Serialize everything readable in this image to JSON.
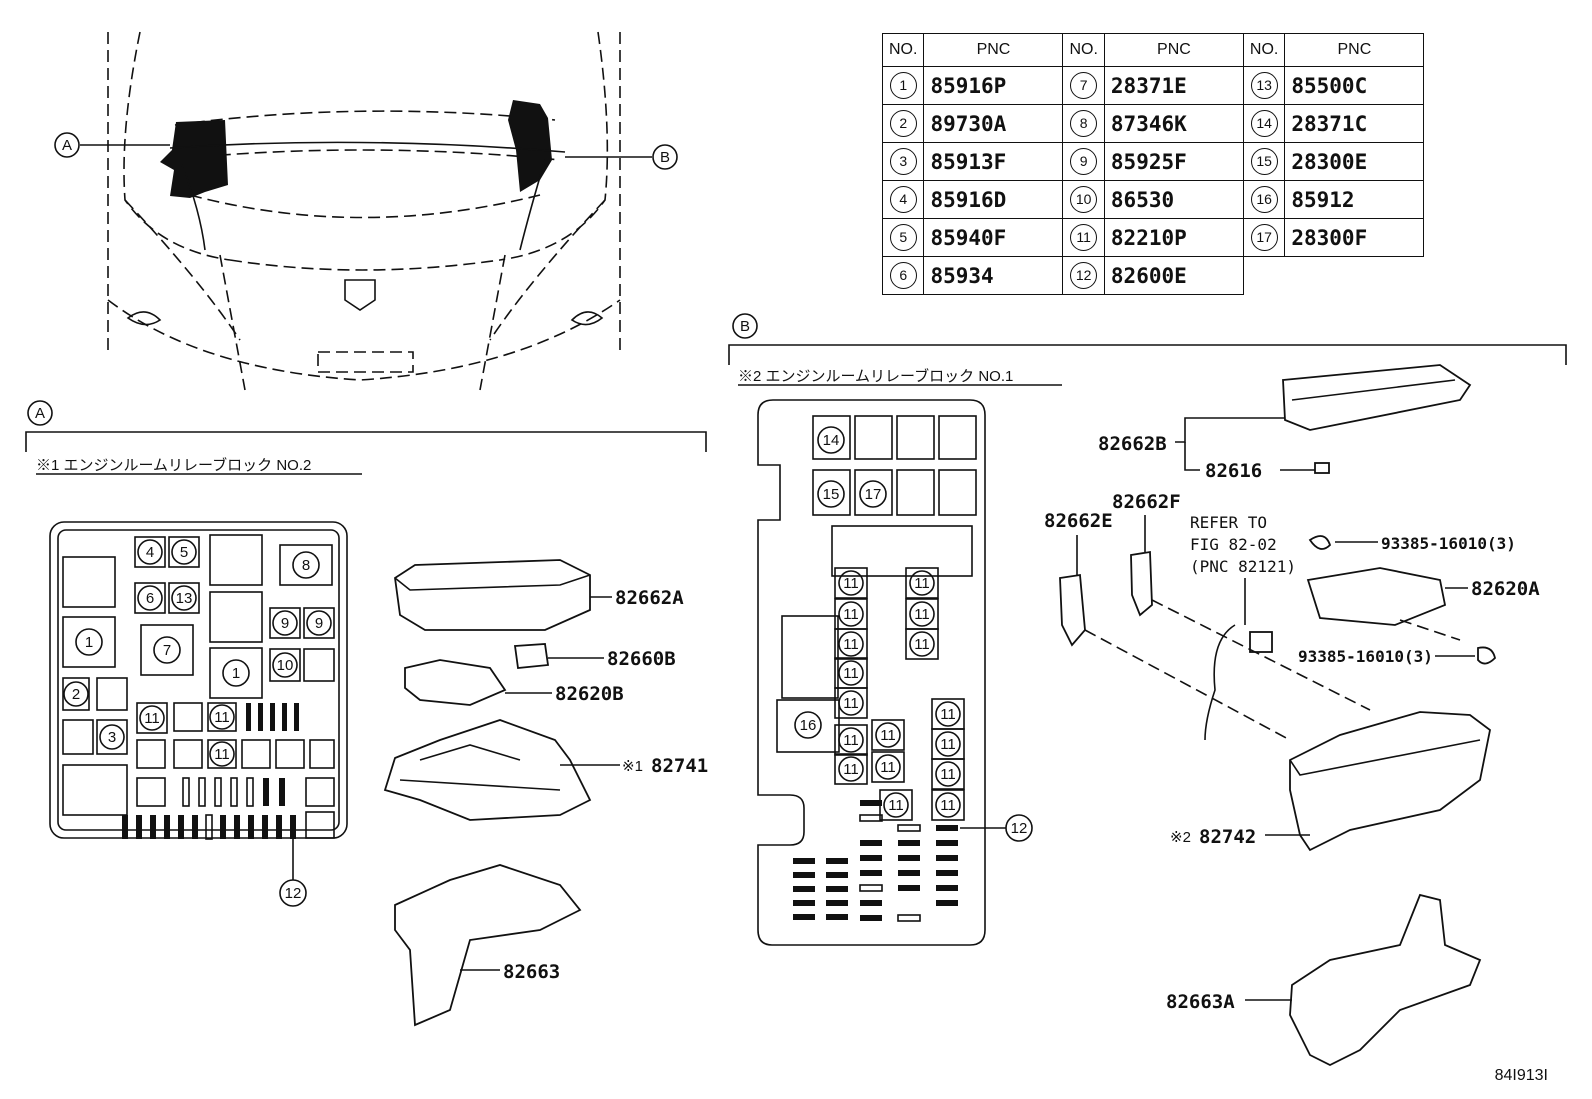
{
  "table": {
    "headers": {
      "no": "NO.",
      "pnc": "PNC"
    },
    "rows": [
      [
        {
          "no": "1",
          "pnc": "85916P"
        },
        {
          "no": "7",
          "pnc": "28371E"
        },
        {
          "no": "13",
          "pnc": "85500C"
        }
      ],
      [
        {
          "no": "2",
          "pnc": "89730A"
        },
        {
          "no": "8",
          "pnc": "87346K"
        },
        {
          "no": "14",
          "pnc": "28371C"
        }
      ],
      [
        {
          "no": "3",
          "pnc": "85913F"
        },
        {
          "no": "9",
          "pnc": "85925F"
        },
        {
          "no": "15",
          "pnc": "28300E"
        }
      ],
      [
        {
          "no": "4",
          "pnc": "85916D"
        },
        {
          "no": "10",
          "pnc": "86530"
        },
        {
          "no": "16",
          "pnc": "85912"
        }
      ],
      [
        {
          "no": "5",
          "pnc": "85940F"
        },
        {
          "no": "11",
          "pnc": "82210P"
        },
        {
          "no": "17",
          "pnc": "28300F"
        }
      ],
      [
        {
          "no": "6",
          "pnc": "85934"
        },
        {
          "no": "12",
          "pnc": "82600E"
        },
        null
      ]
    ]
  },
  "callouts": {
    "a": "A",
    "b": "B"
  },
  "section_a": {
    "title": "※1 エンジンルームリレーブロック NO.2"
  },
  "section_b": {
    "title": "※2 エンジンルームリレーブロック NO.1"
  },
  "parts": {
    "p82662A": "82662A",
    "p82660B": "82660B",
    "p82620B": "82620B",
    "p82741_mark": "※1",
    "p82741": "82741",
    "p82663": "82663",
    "p82662B": "82662B",
    "p82616": "82616",
    "p82662F": "82662F",
    "p82662E": "82662E",
    "refer1": "REFER TO",
    "refer2": "FIG 82-02",
    "refer3": "(PNC 82121)",
    "bolt1": "93385-16010(3)",
    "p82620A": "82620A",
    "bolt2": "93385-16010(3)",
    "p82742_mark": "※2",
    "p82742": "82742",
    "p82663A": "82663A"
  },
  "block_a_numbers": {
    "n1": "1",
    "n1b": "1",
    "n2": "2",
    "n3": "3",
    "n4": "4",
    "n5": "5",
    "n6": "6",
    "n13": "13",
    "n7": "7",
    "n8": "8",
    "n9": "9",
    "n9b": "9",
    "n10": "10",
    "n11a": "11",
    "n11b": "11",
    "n11c": "11",
    "n12": "12"
  },
  "block_b_numbers": {
    "n14": "14",
    "n15": "15",
    "n17": "17",
    "n16": "16",
    "n11": "11",
    "n12": "12"
  },
  "figure_id": "84I913I"
}
